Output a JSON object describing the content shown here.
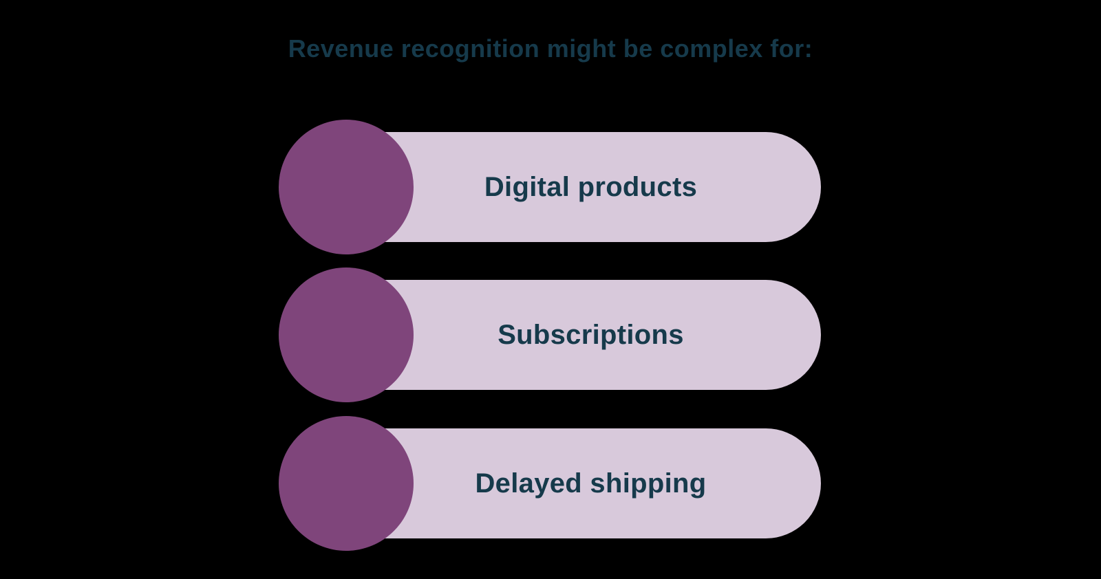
{
  "title": "Revenue recognition might be complex for:",
  "items": [
    {
      "label": "Digital products"
    },
    {
      "label": "Subscriptions"
    },
    {
      "label": "Delayed shipping"
    }
  ],
  "colors": {
    "background": "#000000",
    "text": "#163A4B",
    "circle": "#7F457B",
    "pill": "#D8C9DB"
  }
}
